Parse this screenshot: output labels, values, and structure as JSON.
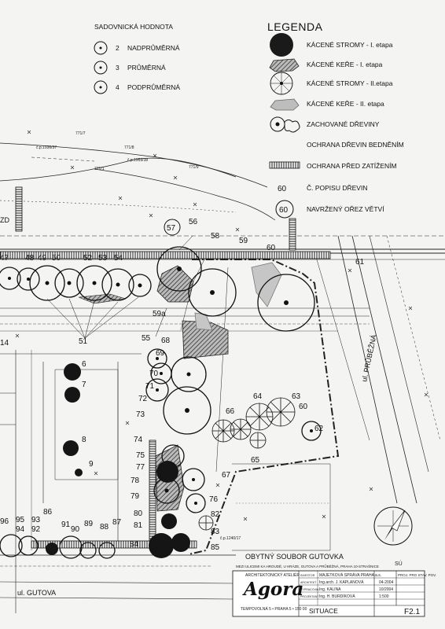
{
  "sadovnicka": {
    "title": "SADOVNICKÁ HODNOTA",
    "items": [
      {
        "num": "2",
        "label": "NADPRŮMĚRNÁ"
      },
      {
        "num": "3",
        "label": "PRŮMĚRNÁ"
      },
      {
        "num": "4",
        "label": "PODPRŮMĚRNÁ"
      }
    ]
  },
  "legend": {
    "title": "LEGENDA",
    "items": [
      {
        "label": "KÁCENÉ STROMY - I. etapa"
      },
      {
        "label": "KÁCENÉ KEŘE - I. etapa"
      },
      {
        "label": "KÁCENÉ STROMY - II.etapa"
      },
      {
        "label": "KÁCENÉ KEŘE - II. etapa"
      },
      {
        "label": "ZACHOVANÉ DŘEVINY"
      },
      {
        "label": "OCHRANA DŘEVIN BEDNĚNÍM"
      },
      {
        "label": "OCHRANA PŘED ZATÍŽENÍM"
      },
      {
        "label": "Č. POPISU DŘEVIN",
        "symbol": "60"
      },
      {
        "label": "NAVRŽENÝ OŘEZ VĚTVÍ",
        "symbol": "60"
      }
    ]
  },
  "map": {
    "street_probezna": "ul. PRŮBĚŽNÁ",
    "street_gutova": "ul. GUTOVA",
    "building": "OBYTNÝ SOUBOR GUTOVKA",
    "building_sub": "MEZI ULICEMI KA HROUDĚ, U HRÁZE, GUTOVA A PRŮBĚŽNÁ, PRAHA 10-STRAŠNICE",
    "zd": "ZD",
    "su": "SÚ",
    "parcels": [
      "č.p.1936/37",
      "č.p.1959/38",
      "č.p.1240/17",
      "771/7",
      "771/8",
      "771/1",
      "771/9"
    ],
    "tree_numbers": [
      "47",
      "48",
      "49",
      "50",
      "52",
      "53",
      "54",
      "56",
      "57",
      "58",
      "59",
      "59a",
      "60",
      "61",
      "55",
      "51",
      "6",
      "7",
      "8",
      "9",
      "68",
      "69",
      "70",
      "71",
      "72",
      "73",
      "74",
      "75",
      "77",
      "78",
      "79",
      "80",
      "81",
      "76",
      "82",
      "83",
      "85",
      "84",
      "64",
      "63",
      "60",
      "62",
      "65",
      "66",
      "67",
      "86",
      "91",
      "90",
      "89",
      "88",
      "87",
      "92",
      "93",
      "94",
      "95",
      "96",
      "14"
    ]
  },
  "title_block": {
    "logo": "Agora",
    "firm_line": "ARCHITEKTONICKÝ ATELIÉR",
    "firm_address": "TEMPOVOLNÁ 5 • PRAHA 5 • 150 00",
    "investor_label": "INVESTOR",
    "investor": "MAJETKOVÁ SPRÁVA PRAHA a.s.",
    "architect_label": "ARCHITEKT",
    "architect": "Ing.arch. J. KAPLANOVÁ",
    "drew_label": "VYPRACOVAL",
    "drew": "Ing. KALINA",
    "check_label": "PROJEKTANT",
    "check": "Ing. H. BURDÍKOVÁ",
    "stage": "PROJ. PRO STAV. POV.",
    "date1": "04-2004",
    "date2": "10/2004",
    "scale": "1:500",
    "sheet_title": "SITUACE",
    "sheet_no": "F2.1"
  }
}
